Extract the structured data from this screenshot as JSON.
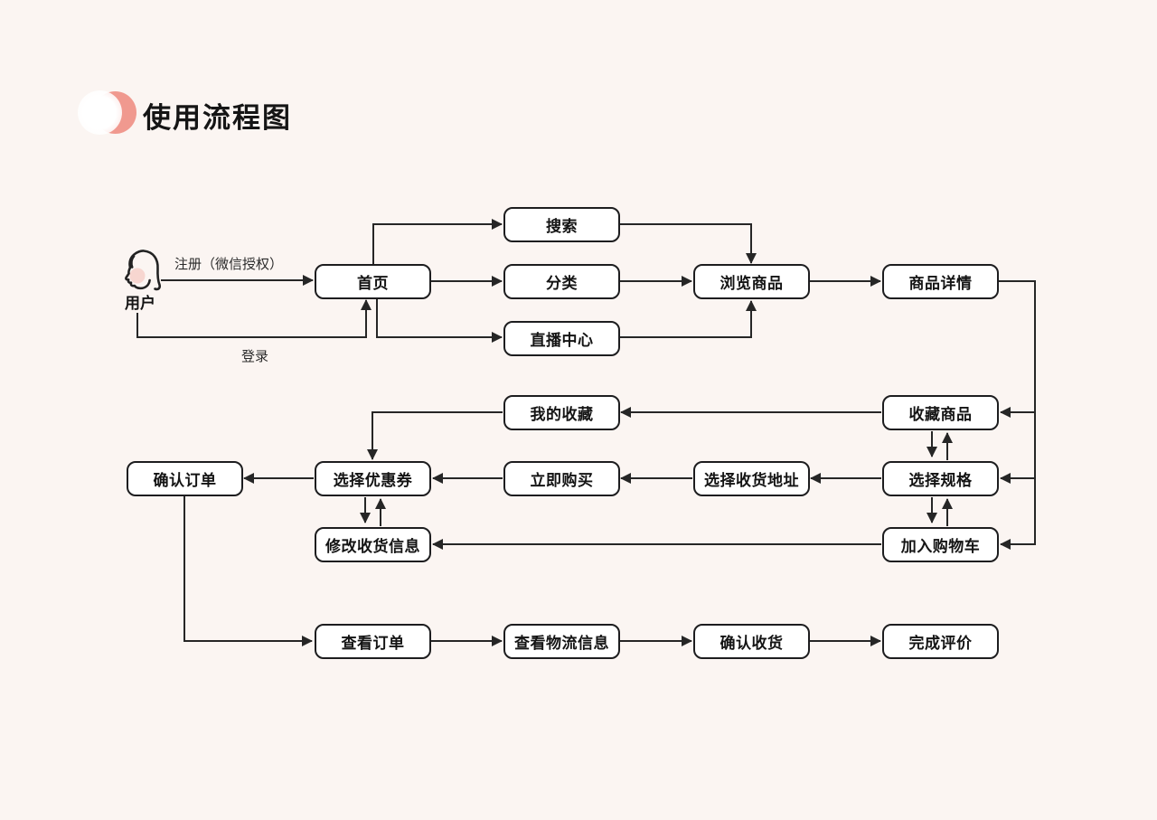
{
  "title": "使用流程图",
  "actor": {
    "label": "用户",
    "icon": "user-female-icon"
  },
  "edge_labels": {
    "register": "注册（微信授权）",
    "login": "登录"
  },
  "nodes": {
    "search": "搜索",
    "home": "首页",
    "category": "分类",
    "live_center": "直播中心",
    "browse_products": "浏览商品",
    "product_detail": "商品详情",
    "my_favorites": "我的收藏",
    "favorite_product": "收藏商品",
    "confirm_order": "确认订单",
    "select_coupon": "选择优惠券",
    "buy_now": "立即购买",
    "select_address": "选择收货地址",
    "select_spec": "选择规格",
    "modify_shipping": "修改收货信息",
    "add_to_cart": "加入购物车",
    "view_order": "查看订单",
    "view_logistics": "查看物流信息",
    "confirm_receipt": "确认收货",
    "complete_review": "完成评价"
  },
  "edges": [
    {
      "from": "user",
      "to": "home",
      "label": "注册（微信授权）"
    },
    {
      "from": "user",
      "to": "home",
      "label": "登录"
    },
    {
      "from": "home",
      "to": "search"
    },
    {
      "from": "home",
      "to": "category"
    },
    {
      "from": "home",
      "to": "live_center"
    },
    {
      "from": "search",
      "to": "browse_products"
    },
    {
      "from": "category",
      "to": "browse_products"
    },
    {
      "from": "live_center",
      "to": "browse_products"
    },
    {
      "from": "browse_products",
      "to": "product_detail"
    },
    {
      "from": "product_detail",
      "to": "favorite_product"
    },
    {
      "from": "product_detail",
      "to": "select_spec"
    },
    {
      "from": "product_detail",
      "to": "add_to_cart"
    },
    {
      "from": "favorite_product",
      "to": "my_favorites"
    },
    {
      "from": "my_favorites",
      "to": "select_coupon"
    },
    {
      "from": "favorite_product",
      "to": "select_spec",
      "bidirectional": true
    },
    {
      "from": "select_spec",
      "to": "add_to_cart",
      "bidirectional": true
    },
    {
      "from": "select_spec",
      "to": "select_address"
    },
    {
      "from": "select_address",
      "to": "buy_now"
    },
    {
      "from": "buy_now",
      "to": "select_coupon"
    },
    {
      "from": "select_coupon",
      "to": "modify_shipping",
      "bidirectional": true
    },
    {
      "from": "add_to_cart",
      "to": "modify_shipping"
    },
    {
      "from": "select_coupon",
      "to": "confirm_order"
    },
    {
      "from": "confirm_order",
      "to": "view_order"
    },
    {
      "from": "view_order",
      "to": "view_logistics"
    },
    {
      "from": "view_logistics",
      "to": "confirm_receipt"
    },
    {
      "from": "confirm_receipt",
      "to": "complete_review"
    }
  ],
  "colors": {
    "background": "#fbf5f2",
    "accent_pink": "#f0998f",
    "node_fill": "#ffffff",
    "node_border": "#1d1d1f",
    "connector": "#262626",
    "blush": "#f7d6d0"
  }
}
